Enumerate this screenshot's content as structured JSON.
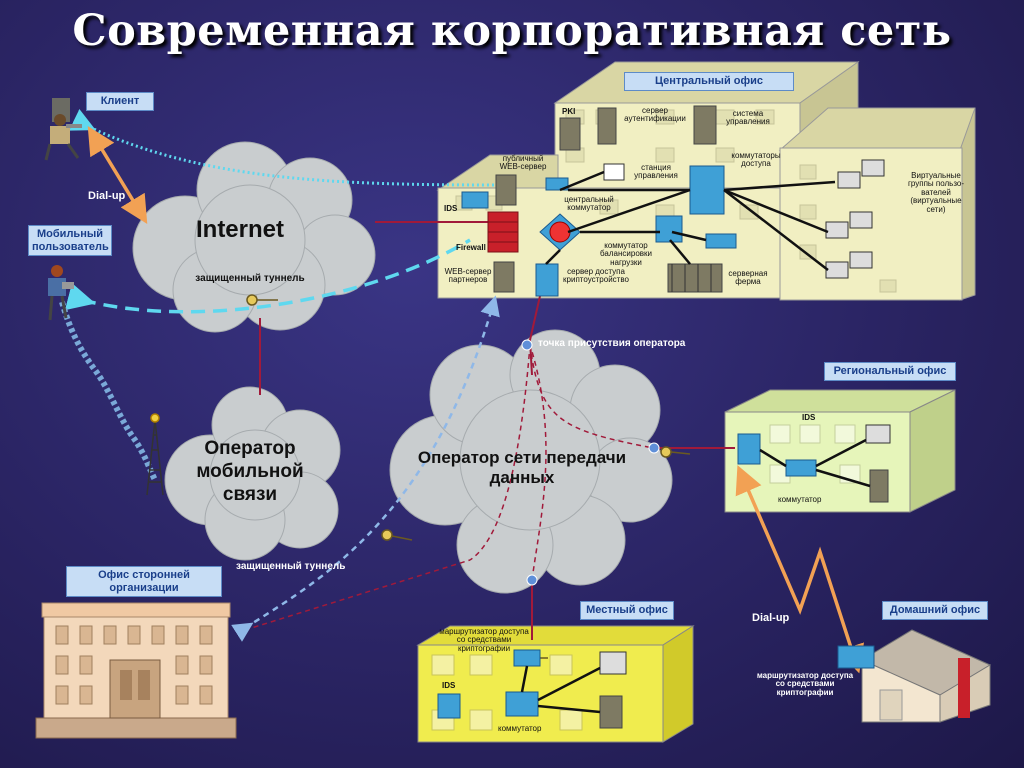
{
  "title": "Современная корпоративная сеть",
  "labels": {
    "client": "Клиент",
    "dialup": "Dial-up",
    "mobile_user": "Мобильный пользователь",
    "internet": "Internet",
    "secure_tunnel": "защищенный туннель",
    "mobile_operator": "Оператор мобильной связи",
    "data_operator": "Оператор сети передачи данных",
    "pop": "точка присутствия оператора",
    "third_party_office": "Офис сторонней организации",
    "secure_tunnel_2": "защищенный туннель",
    "central_office": "Центральный офис",
    "regional_office": "Региональный офис",
    "local_office": "Местный офис",
    "home_office": "Домашний офис",
    "dialup_2": "Dial-up"
  },
  "central": {
    "pki": "PKI",
    "auth_server": "сервер аутентификации",
    "mgmt_system": "система управления",
    "public_web": "публичный WEB-сервер",
    "mgmt_station": "станция управления",
    "access_switches": "коммутаторы доступа",
    "ids": "IDS",
    "central_switch": "центральный коммутатор",
    "firewall": "Firewall",
    "load_balancer": "коммутатор балансировки нагрузки",
    "partner_web": "WEB-сервер партнеров",
    "crypto_access": "сервер доступа криптоустройство",
    "server_farm": "серверная ферма",
    "virtual_groups": "Виртуальные группы пользо-вателей (виртуальные сети)"
  },
  "regional": {
    "ids": "IDS",
    "switch": "коммутатор"
  },
  "local": {
    "router": "маршрутизатор доступа со средствами криптографии",
    "ids": "IDS",
    "switch": "коммутатор"
  },
  "home": {
    "router": "маршрутизатор доступа со средствами криптографии"
  },
  "colors": {
    "background": "#2a2463",
    "cloud": "#c9cdcf",
    "building": "#f1efc2",
    "local_building": "#f0ec4e",
    "regional_building": "#e6f5ba",
    "tunnel": "#5fd8ef",
    "dialup": "#f2a154",
    "link": "#a11a3a",
    "label_box": "#c7ddf5"
  }
}
